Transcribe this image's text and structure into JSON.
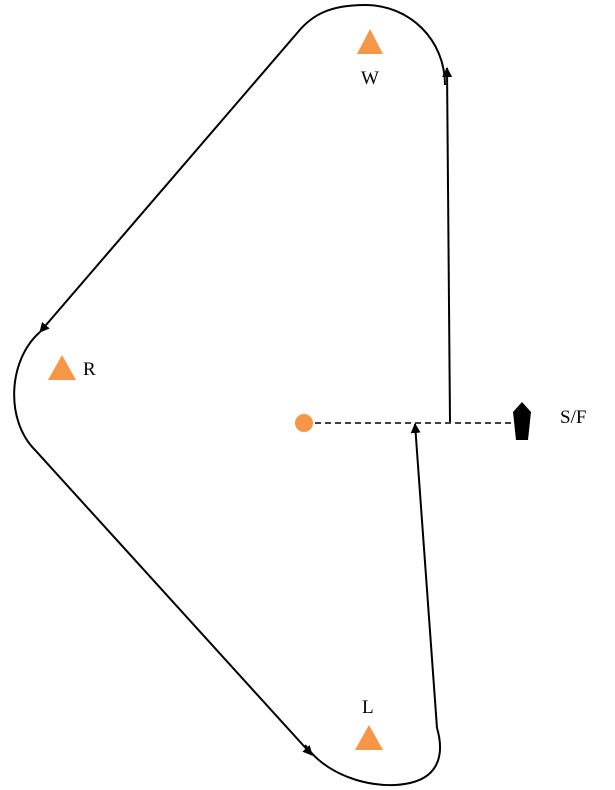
{
  "marks": {
    "windward": {
      "label": "W",
      "icon": "triangle-buoy-icon"
    },
    "reach": {
      "label": "R",
      "icon": "triangle-buoy-icon"
    },
    "leeward": {
      "label": "L",
      "icon": "triangle-buoy-icon"
    }
  },
  "start_finish": {
    "label": "S/F",
    "icon": "committee-boat-icon",
    "pin_icon": "pin-buoy-icon"
  },
  "colors": {
    "buoy": "#F79646",
    "line": "#000000",
    "boat": "#000000",
    "background": "#FFFFFF"
  }
}
